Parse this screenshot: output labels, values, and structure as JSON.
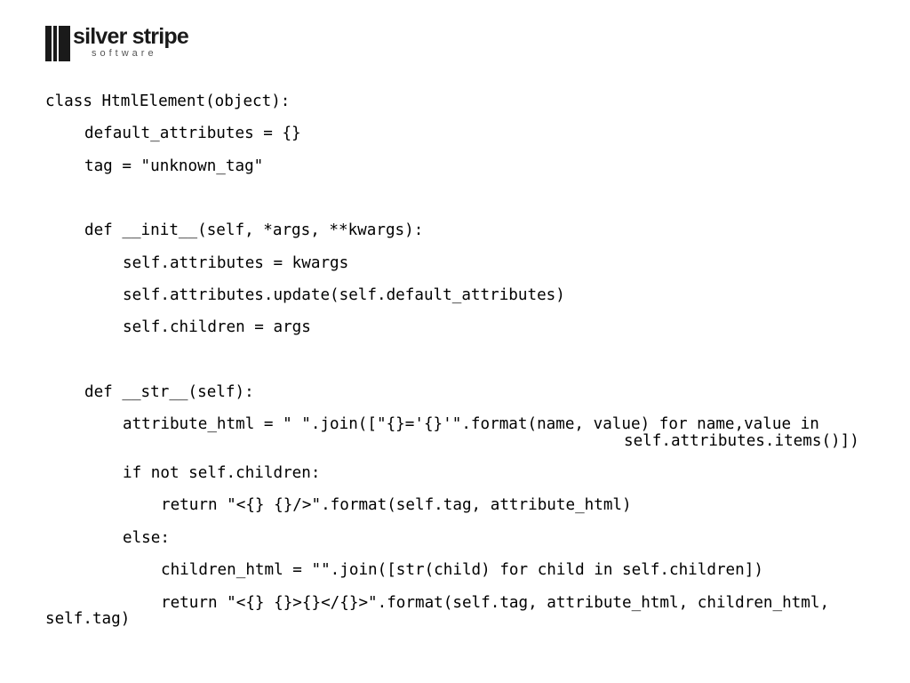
{
  "logo": {
    "main": "silver stripe",
    "sub": "software"
  },
  "code": {
    "lines": [
      "class HtmlElement(object):",
      "default_attributes = {}",
      "tag = \"unknown_tag\"",
      "def __init__(self, *args, **kwargs):",
      "self.attributes = kwargs",
      "self.attributes.update(self.default_attributes)",
      "self.children = args",
      "def __str__(self):",
      "attribute_html = \" \".join([\"{}='{}'\".format(name, value) for name,value in",
      "self.attributes.items()])",
      "if not self.children:",
      "return \"<{} {}/>\".format(self.tag, attribute_html)",
      "else:",
      "children_html = \"\".join([str(child) for child in self.children])",
      "return \"<{} {}>{}</{}>\".format(self.tag, attribute_html, children_html,",
      "self.tag)"
    ]
  }
}
